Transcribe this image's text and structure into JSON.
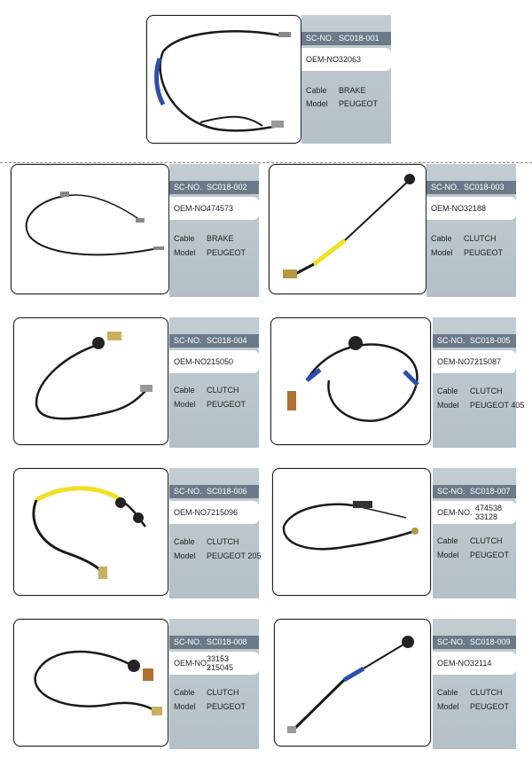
{
  "labels": {
    "sc_no": "SC-NO.",
    "oem_no": "OEM-NO.",
    "cable": "Cable",
    "model": "Model"
  },
  "colors": {
    "panel": "#bcc7cc",
    "header": "#6a7a88",
    "cable": "#1a1a1a",
    "blue_sleeve": "#2b4fb0",
    "yellow_sleeve": "#f0e020"
  },
  "products": [
    {
      "sc_no": "SC018-001",
      "oem_no": "32063",
      "cable": "BRAKE",
      "model": "PEUGEOT",
      "sleeve": "blue"
    },
    {
      "sc_no": "SC018-002",
      "oem_no": "474573",
      "cable": "BRAKE",
      "model": "PEUGEOT",
      "sleeve": "none"
    },
    {
      "sc_no": "SC018-003",
      "oem_no": "32188",
      "cable": "CLUTCH",
      "model": "PEUGEOT",
      "sleeve": "yellow"
    },
    {
      "sc_no": "SC018-004",
      "oem_no": "215050",
      "cable": "CLUTCH",
      "model": "PEUGEOT",
      "sleeve": "none"
    },
    {
      "sc_no": "SC018-005",
      "oem_no": "7215087",
      "cable": "CLUTCH",
      "model": "PEUGEOT 405",
      "sleeve": "blue"
    },
    {
      "sc_no": "SC018-006",
      "oem_no": "7215096",
      "cable": "CLUTCH",
      "model": "PEUGEOT 205",
      "sleeve": "yellow"
    },
    {
      "sc_no": "SC018-007",
      "oem_no": "474538\n33128",
      "cable": "CLUTCH",
      "model": "PEUGEOT",
      "sleeve": "none"
    },
    {
      "sc_no": "SC018-008",
      "oem_no": "33153\n215045",
      "cable": "CLUTCH",
      "model": "PEUGEOT",
      "sleeve": "none"
    },
    {
      "sc_no": "SC018-009",
      "oem_no": "32114",
      "cable": "CLUTCH",
      "model": "PEUGEOT",
      "sleeve": "blue"
    }
  ]
}
